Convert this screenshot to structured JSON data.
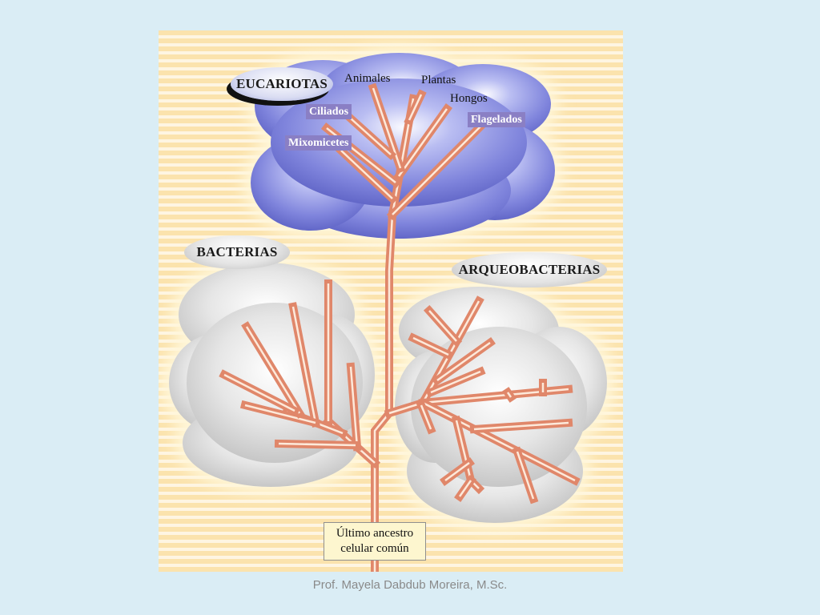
{
  "figure": {
    "domains": {
      "eukarya": "EUCARIOTAS",
      "bacteria": "BACTERIAS",
      "archaea": "ARQUEOBACTERIAS"
    },
    "eukarya_tips": {
      "animals": "Animales",
      "plants": "Plantas",
      "fungi": "Hongos"
    },
    "eukarya_boxed": {
      "ciliates": "Ciliados",
      "flagellates": "Flagelados",
      "slime_molds": "Mixomicetes"
    },
    "ancestor": {
      "line1": "Último ancestro",
      "line2": "celular común"
    }
  },
  "footer": {
    "credit": "Prof. Mayela Dabdub Moreira, M.Sc."
  },
  "colors": {
    "background": "#daedf5",
    "stripe": "#fbe3ad",
    "eukarya_cloud": "#7b80d9",
    "prokaryote_cloud": "#dcdcdc",
    "branch": "#e0876a"
  }
}
